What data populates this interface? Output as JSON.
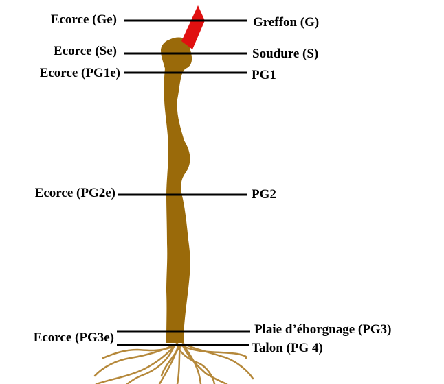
{
  "colors": {
    "stem": "#9a6a0a",
    "scion": "#e01010",
    "roots": "#b5883a",
    "line": "#000000",
    "text": "#000000"
  },
  "labels": {
    "left": {
      "ge": "Ecorce (Ge)",
      "se": "Ecorce (Se)",
      "pg1e": "Ecorce (PG1e)",
      "pg2e": "Ecorce (PG2e)",
      "pg3e": "Ecorce (PG3e)"
    },
    "right": {
      "g": "Greffon (G)",
      "s": "Soudure (S)",
      "pg1": "PG1",
      "pg2": "PG2",
      "pg3": "Plaie d’éborgnage (PG3)",
      "pg4": "Talon (PG 4)"
    }
  }
}
